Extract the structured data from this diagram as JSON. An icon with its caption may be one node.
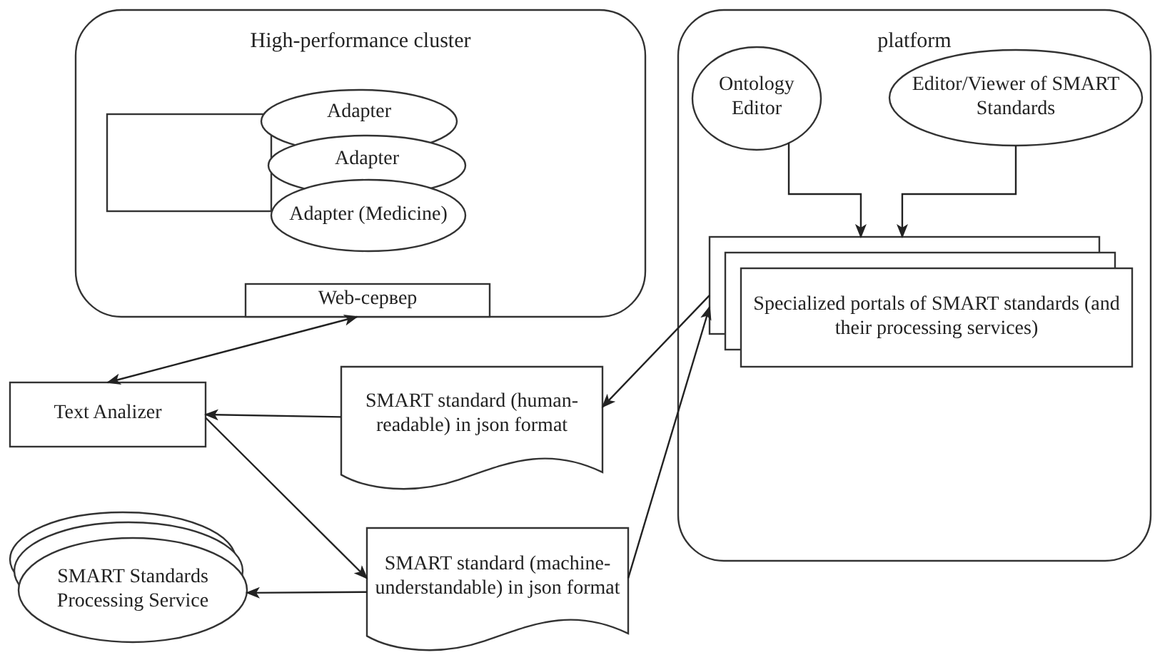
{
  "diagram": {
    "nodes": [
      {
        "text": [
          "High-performance cluster"
        ]
      },
      {
        "text": [],
        "shape": "box",
        "in": 0
      },
      {
        "text": [
          "Adapter"
        ],
        "in": 0
      },
      {
        "text": [
          "Adapter"
        ],
        "in": 0
      },
      {
        "text": [
          "Adapter (Medicine)"
        ],
        "in": 0
      },
      {
        "text": [
          "Web-сервер"
        ],
        "in": 0
      },
      {
        "text": [
          "platform"
        ]
      },
      {
        "text": [
          "Ontology Editor"
        ],
        "in": 6
      },
      {
        "text": [
          "Editor/Viewer of SMART Standards"
        ],
        "in": 6
      },
      {
        "text": [
          "Specialized portals of SMART standards (and their processing services)"
        ],
        "in": 6
      },
      {
        "text": [
          "Text Analizer"
        ]
      },
      {
        "text": [
          "SMART standard (human-readable) in json format"
        ]
      },
      {
        "text": [
          "SMART standard (machine-understandable) in json format"
        ]
      },
      {
        "text": [
          "SMART Standards Processing Service"
        ]
      }
    ],
    "edges": [
      {
        "from": 5,
        "to": 10,
        "arrow": "both"
      },
      {
        "from": 9,
        "to": 11,
        "arrow": "to"
      },
      {
        "from": 11,
        "to": 10,
        "arrow": "to"
      },
      {
        "from": 10,
        "to": 12,
        "arrow": "to"
      },
      {
        "from": 12,
        "to": 9,
        "arrow": "to"
      },
      {
        "from": 12,
        "to": 13,
        "arrow": "to"
      },
      {
        "from": 7,
        "to": 9,
        "arrow": "to"
      },
      {
        "from": 8,
        "to": 9,
        "arrow": "to"
      }
    ]
  }
}
